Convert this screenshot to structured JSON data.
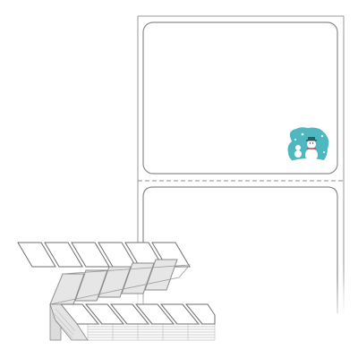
{
  "product": {
    "type": "fanfold-labels",
    "label_count_visible_on_sheet": 2,
    "perforation": "dashed",
    "corner_style": "rounded"
  },
  "sticker": {
    "icon": "snowman-sticker-icon",
    "background_color": "#4fb7c0",
    "accent_color": "#2f8f99"
  },
  "colors": {
    "outline": "#9a9a9a",
    "label_fill": "#ffffff",
    "stack_shadow": "#d9d9d9",
    "fold_fill": "#e9e9e9"
  }
}
